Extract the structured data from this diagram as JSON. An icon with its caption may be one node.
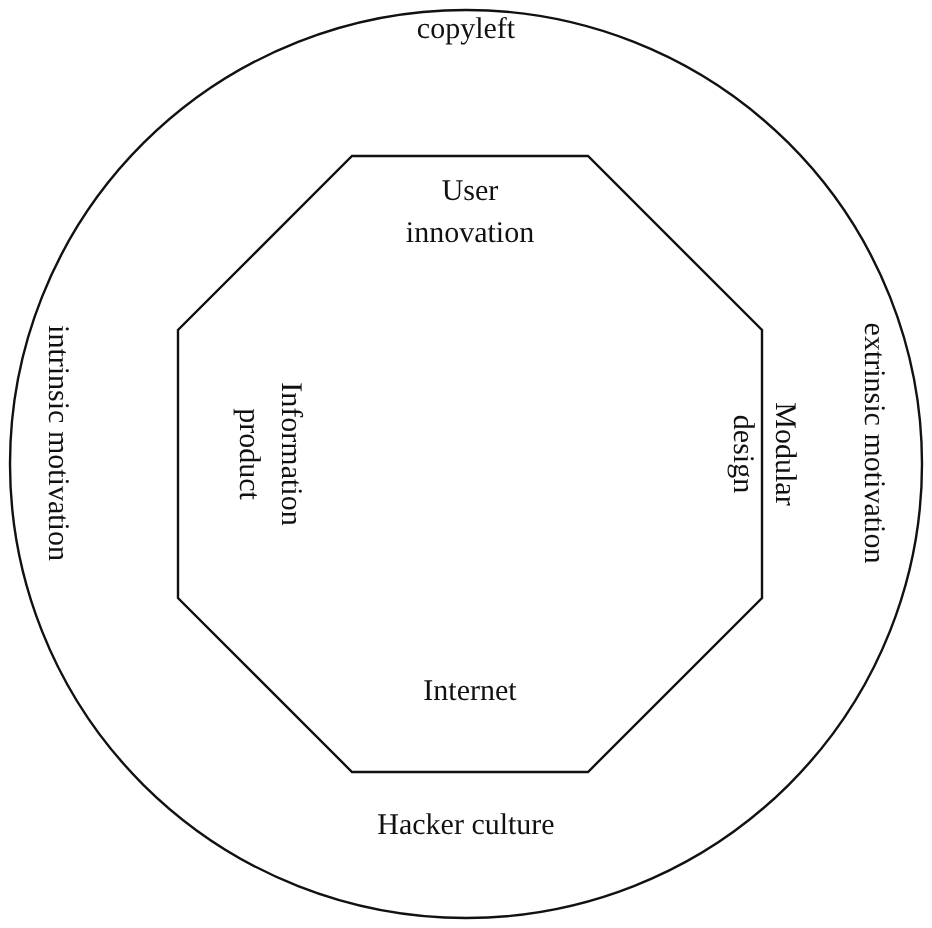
{
  "diagram": {
    "nodes": [
      {
        "text": [
          "copyleft",
          "intrinsic motivation",
          "extrinsic motivation",
          "Hacker culture"
        ]
      },
      {
        "text": [
          "User innovation",
          "Information product",
          "Modular design",
          "Internet"
        ],
        "in": 0
      }
    ]
  }
}
